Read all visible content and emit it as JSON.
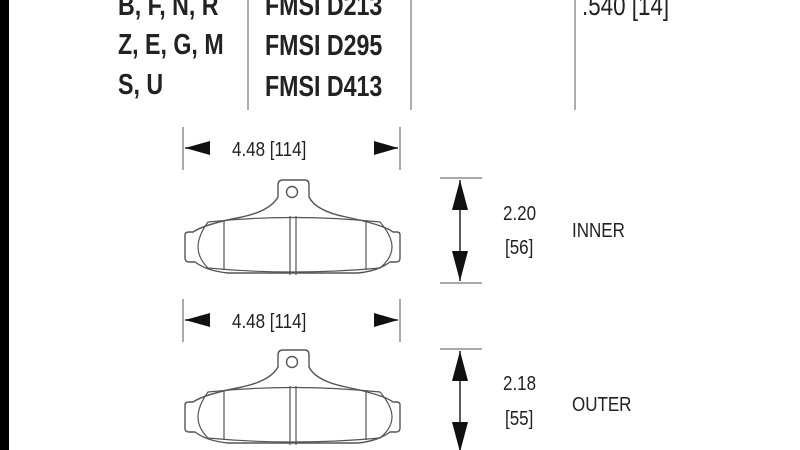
{
  "compound_rows": [
    {
      "compounds": "B, F, N, R",
      "fmsi": "FMSI D213"
    },
    {
      "compounds": "Z, E, G, M",
      "fmsi": "FMSI D295"
    },
    {
      "compounds": "S, U",
      "fmsi": "FMSI D413"
    }
  ],
  "thickness": ".540 [14]",
  "inner": {
    "width": "4.48 [114]",
    "height": "2.20",
    "height_mm": "[56]",
    "label": "INNER"
  },
  "outer": {
    "width": "4.48 [114]",
    "height": "2.18",
    "height_mm": "[55]",
    "label": "OUTER"
  }
}
